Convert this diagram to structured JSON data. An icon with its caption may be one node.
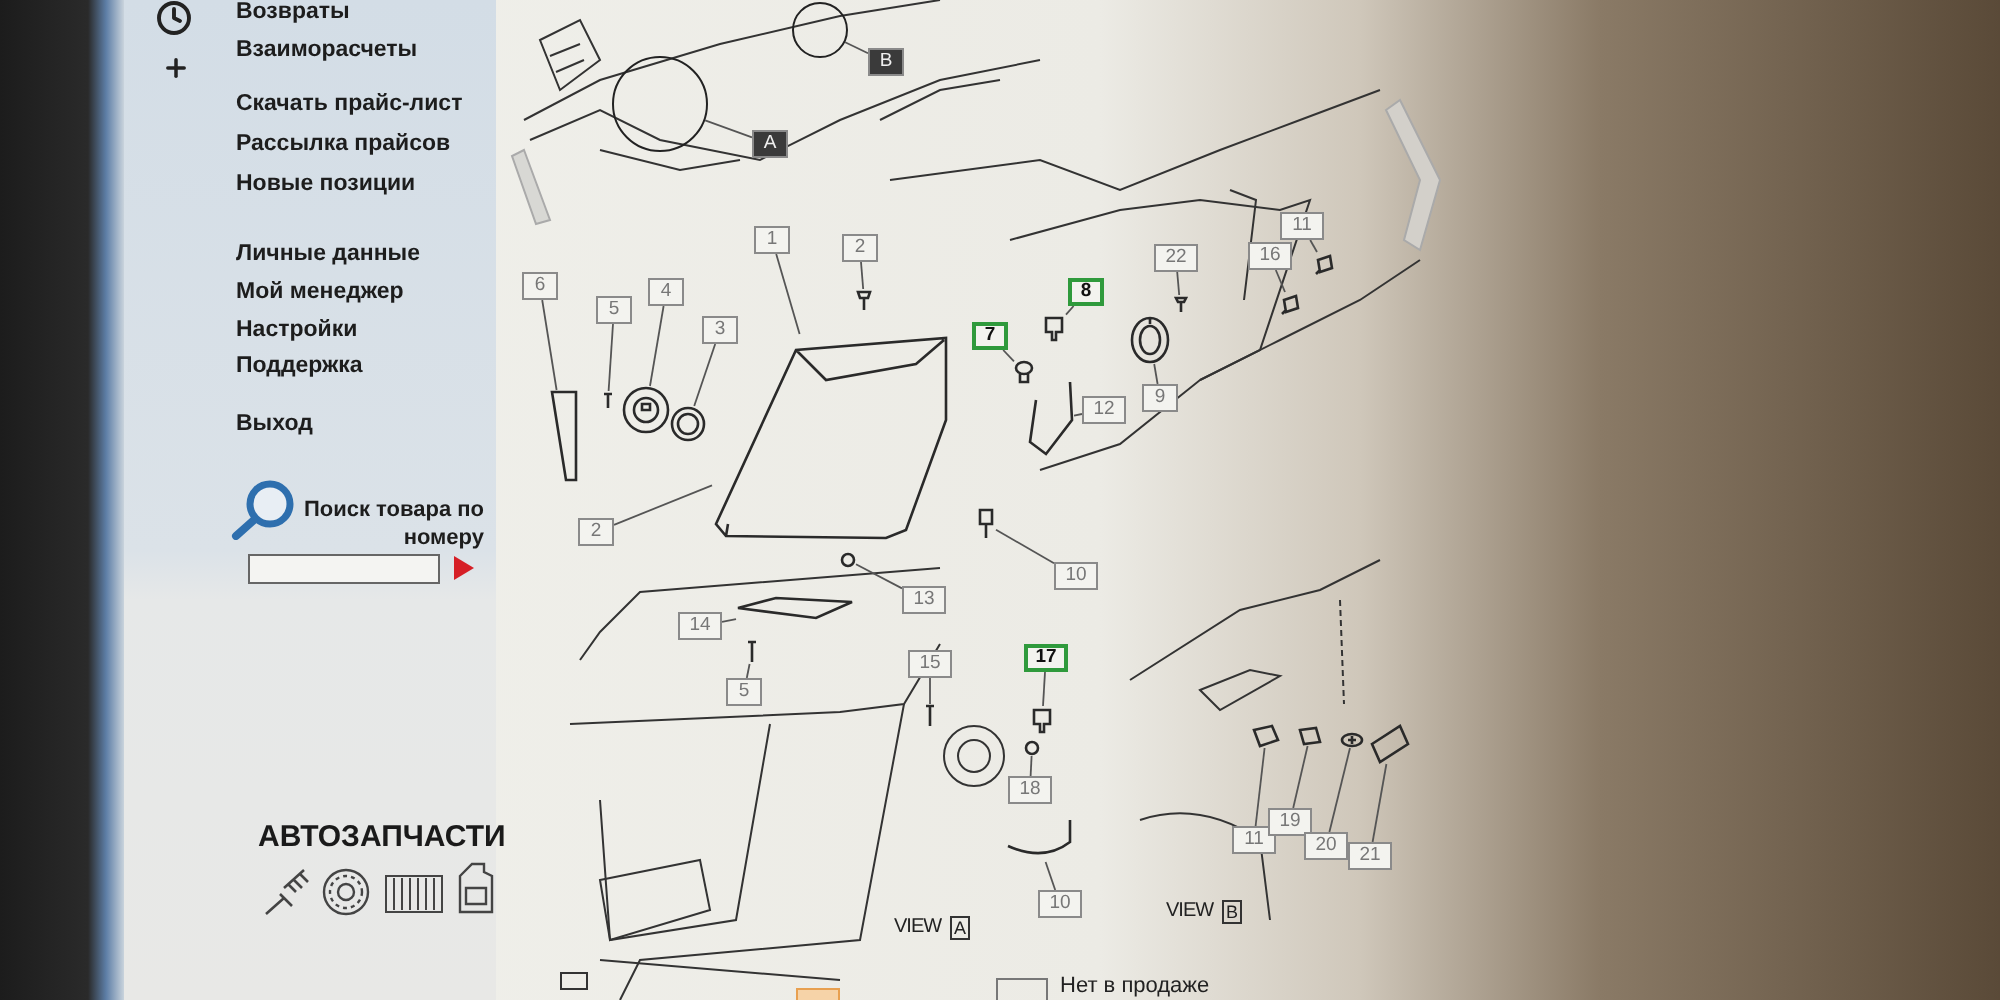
{
  "diagram": {
    "nodes": [
      {
        "text": [],
        "shape": "circle"
      },
      {
        "text": [],
        "shape": "circle"
      },
      {
        "text": [
          "A"
        ]
      },
      {
        "text": [
          "B"
        ]
      },
      {
        "text": [
          "1"
        ]
      },
      {
        "text": [
          "2"
        ]
      },
      {
        "text": [
          "11"
        ]
      },
      {
        "text": [
          "16"
        ]
      },
      {
        "text": [
          "22"
        ]
      },
      {
        "text": [
          "6"
        ]
      },
      {
        "text": [
          "4"
        ]
      },
      {
        "text": [
          "8"
        ]
      },
      {
        "text": [
          "5"
        ]
      },
      {
        "text": [
          "3"
        ]
      },
      {
        "text": [
          "7"
        ]
      },
      {
        "text": [
          "9"
        ]
      },
      {
        "text": [
          "12"
        ]
      },
      {
        "text": [
          "2"
        ]
      },
      {
        "text": [
          "10"
        ]
      },
      {
        "text": [
          "13"
        ]
      },
      {
        "text": [
          "14"
        ]
      },
      {
        "text": [
          "17"
        ]
      },
      {
        "text": [
          "15"
        ]
      },
      {
        "text": [
          "5"
        ]
      },
      {
        "text": [
          "18"
        ]
      },
      {
        "text": [
          "11"
        ]
      },
      {
        "text": [
          "19"
        ]
      },
      {
        "text": [
          "20"
        ]
      },
      {
        "text": [
          "21"
        ]
      },
      {
        "text": [
          "10"
        ]
      },
      {
        "text": [],
        "shape": "picture"
      },
      {
        "text": [],
        "shape": "picture"
      },
      {
        "text": [],
        "shape": "picture"
      },
      {
        "text": [],
        "shape": "picture"
      },
      {
        "text": [],
        "shape": "picture"
      },
      {
        "text": [],
        "shape": "picture"
      },
      {
        "text": [],
        "shape": "picture"
      },
      {
        "text": [],
        "shape": "picture"
      },
      {
        "text": [],
        "shape": "picture"
      },
      {
        "text": [],
        "shape": "picture"
      },
      {
        "text": [],
        "shape": "picture"
      },
      {
        "text": [],
        "shape": "picture"
      },
      {
        "text": [],
        "shape": "picture"
      },
      {
        "text": [],
        "shape": "picture"
      },
      {
        "text": [],
        "shape": "picture"
      },
      {
        "text": [],
        "shape": "picture"
      },
      {
        "text": [],
        "shape": "picture"
      },
      {
        "text": [],
        "shape": "picture"
      },
      {
        "text": [],
        "shape": "picture"
      },
      {
        "text": [],
        "shape": "picture"
      },
      {
        "text": [],
        "shape": "picture"
      },
      {
        "text": [],
        "shape": "picture"
      },
      {
        "text": [],
        "shape": "picture"
      },
      {
        "text": [],
        "shape": "picture"
      },
      {
        "text": [],
        "shape": "picture"
      }
    ],
    "edges": [
      {
        "from": 2,
        "to": 0,
        "arrow": "none"
      },
      {
        "from": 3,
        "to": 1,
        "arrow": "none"
      },
      {
        "from": 4,
        "to": 30,
        "arrow": "none"
      },
      {
        "from": 5,
        "to": 31,
        "arrow": "none"
      },
      {
        "from": 6,
        "to": 32,
        "arrow": "none"
      },
      {
        "from": 7,
        "to": 33,
        "arrow": "none"
      },
      {
        "from": 8,
        "to": 34,
        "arrow": "none"
      },
      {
        "from": 9,
        "to": 35,
        "arrow": "none"
      },
      {
        "from": 10,
        "to": 36,
        "arrow": "none"
      },
      {
        "from": 11,
        "to": 37,
        "arrow": "none"
      },
      {
        "from": 12,
        "to": 38,
        "arrow": "none"
      },
      {
        "from": 13,
        "to": 39,
        "arrow": "none"
      },
      {
        "from": 14,
        "to": 40,
        "arrow": "none"
      },
      {
        "from": 15,
        "to": 41,
        "arrow": "none"
      },
      {
        "from": 16,
        "to": 42,
        "arrow": "none"
      },
      {
        "from": 17,
        "to": 30,
        "arrow": "none"
      },
      {
        "from": 18,
        "to": 43,
        "arrow": "none"
      },
      {
        "from": 19,
        "to": 44,
        "arrow": "none"
      },
      {
        "from": 20,
        "to": 45,
        "arrow": "none"
      },
      {
        "from": 21,
        "to": 46,
        "arrow": "none"
      },
      {
        "from": 22,
        "to": 47,
        "arrow": "none"
      },
      {
        "from": 23,
        "to": 48,
        "arrow": "none"
      },
      {
        "from": 24,
        "to": 49,
        "arrow": "none"
      },
      {
        "from": 25,
        "to": 50,
        "arrow": "none"
      },
      {
        "from": 26,
        "to": 51,
        "arrow": "none"
      },
      {
        "from": 27,
        "to": 52,
        "arrow": "none"
      },
      {
        "from": 28,
        "to": 53,
        "arrow": "none"
      },
      {
        "from": 29,
        "to": 54,
        "arrow": "none"
      }
    ],
    "labels": [
      "Возвраты",
      "Взаиморасчеты",
      "Скачать прайс-лист",
      "Рассылка прайсов",
      "Новые позиции",
      "Личные данные",
      "Мой менеджер",
      "Настройки",
      "Поддержка",
      "Выход",
      "Поиск товара по номеру",
      "АВТОЗАПЧАСТИ",
      "VIEW",
      "A",
      "VIEW",
      "B"
    ],
    "legend": [
      {
        "text": "Нет в продаже"
      }
    ]
  }
}
